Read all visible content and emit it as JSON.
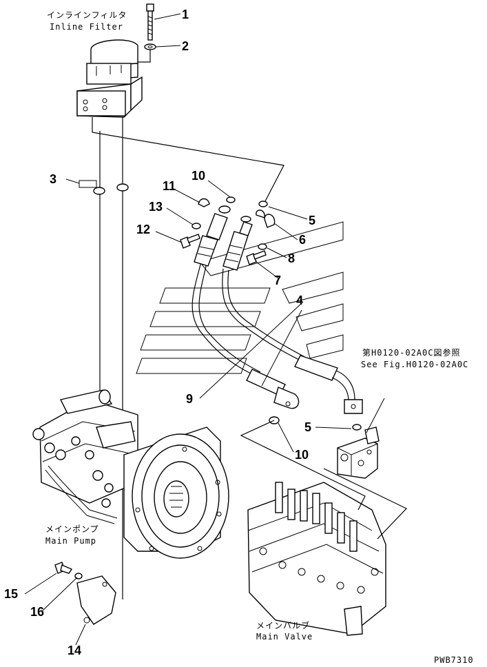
{
  "labels": {
    "inline_filter_jp": "インラインフィルタ",
    "inline_filter_en": "Inline Filter",
    "main_pump_jp": "メインポンプ",
    "main_pump_en": "Main Pump",
    "main_valve_jp": "メインバルブ",
    "main_valve_en": "Main Valve",
    "ref_jp": "第H0120-02A0C図参照",
    "ref_en": "See Fig.H0120-02A0C",
    "drawing_id": "PWB7310"
  },
  "callouts": {
    "c1": "1",
    "c2": "2",
    "c3": "3",
    "c4": "4",
    "c5a": "5",
    "c5b": "5",
    "c6": "6",
    "c7": "7",
    "c8": "8",
    "c9": "9",
    "c10a": "10",
    "c10b": "10",
    "c11": "11",
    "c12": "12",
    "c13": "13",
    "c14": "14",
    "c15": "15",
    "c16": "16"
  }
}
